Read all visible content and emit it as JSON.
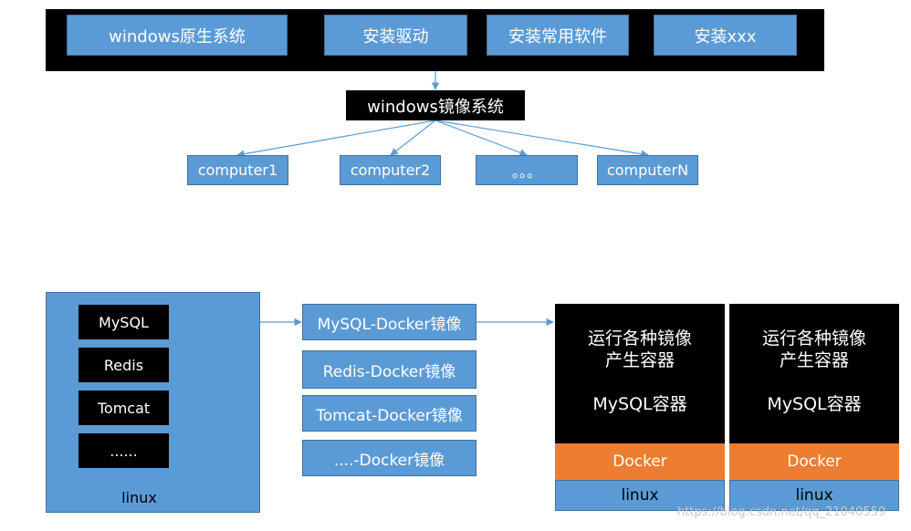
{
  "top_bar": {
    "items": [
      "windows原生系统",
      "安装驱动",
      "安装常用软件",
      "安装xxx"
    ]
  },
  "windows_image": {
    "label": "windows镜像系统"
  },
  "computers": [
    "computer1",
    "computer2",
    "。。。",
    "computerN"
  ],
  "linux_host": {
    "apps": [
      "MySQL",
      "Redis",
      "Tomcat",
      "......"
    ],
    "label": "linux"
  },
  "docker_images": [
    "MySQL-Docker镜像",
    "Redis-Docker镜像",
    "Tomcat-Docker镜像",
    "....-Docker镜像"
  ],
  "containers": [
    {
      "line1": "运行各种镜像",
      "line2": "产生容器",
      "container": "MySQL容器",
      "engine": "Docker",
      "os": "linux"
    },
    {
      "line1": "运行各种镜像",
      "line2": "产生容器",
      "container": "MySQL容器",
      "engine": "Docker",
      "os": "linux"
    }
  ],
  "watermark": "https://blog.csdn.net/qq_21040559",
  "colors": {
    "box_blue": "#5b9bd5",
    "box_border": "#41719c",
    "black": "#000000",
    "docker_orange": "#ed7d31"
  }
}
